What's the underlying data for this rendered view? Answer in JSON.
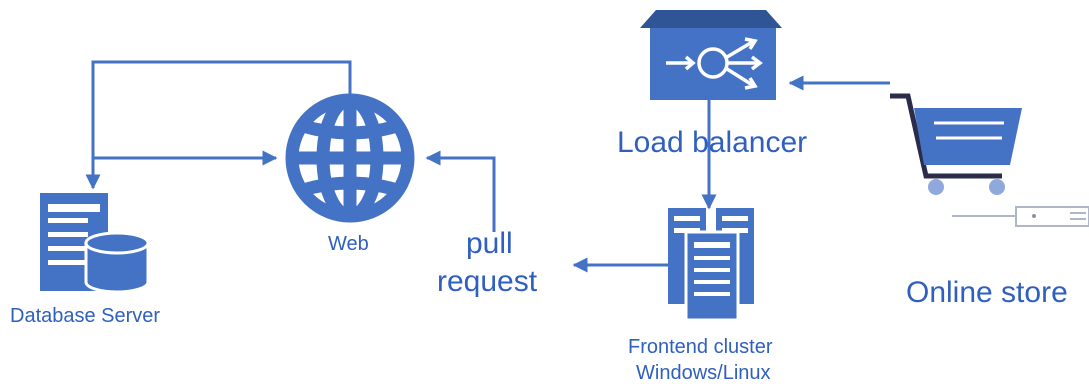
{
  "labels": {
    "database_server": "Database Server",
    "web": "Web",
    "pull_request_line1": "pull",
    "pull_request_line2": "request",
    "load_balancer": "Load balancer",
    "frontend_cluster_line1": "Frontend cluster",
    "frontend_cluster_line2": "Windows/Linux",
    "online_store": "Online store"
  },
  "colors": {
    "icon_fill": "#4472c4",
    "icon_dark": "#2f5597",
    "arrow": "#4472c4",
    "label": "#2f5fbf",
    "cart_handle": "#2b2b4a",
    "wheel": "#8fa9dc",
    "slider": "#aeb7c6"
  },
  "icons": {
    "database_server": "server-database-icon",
    "web": "globe-icon",
    "load_balancer": "load-balancer-icon",
    "frontend_cluster": "server-cluster-icon",
    "online_store": "shopping-cart-icon"
  }
}
